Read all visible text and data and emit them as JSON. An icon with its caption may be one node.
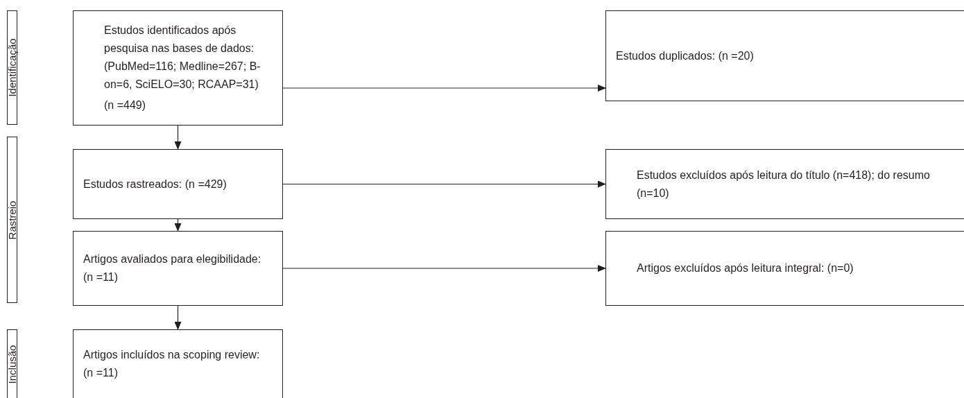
{
  "diagram": {
    "nodes": [
      {
        "text": [
          "Identificação"
        ]
      },
      {
        "text": [
          "Rastreio"
        ]
      },
      {
        "text": [
          "Inclusão"
        ]
      },
      {
        "text": [
          "Estudos identificados após pesquisa nas bases de dados: (PubMed=116; Medline=267; B-on=6, SciELO=30; RCAAP=31)",
          "(n =449)"
        ]
      },
      {
        "text": [
          "Estudos duplicados: (n =20)"
        ]
      },
      {
        "text": [
          "Estudos rastreados: (n =429)"
        ]
      },
      {
        "text": [
          "Estudos excluídos após leitura do título (n=418); do resumo (n=10)"
        ]
      },
      {
        "text": [
          "Artigos avaliados para elegibilidade:  (n =11)"
        ]
      },
      {
        "text": [
          "Artigos excluídos após leitura integral: (n=0)"
        ]
      },
      {
        "text": [
          "Artigos incluídos na scoping review: (n =11)"
        ]
      }
    ],
    "edges": [
      {
        "from": 3,
        "to": 4,
        "arrow": "to"
      },
      {
        "from": 3,
        "to": 5,
        "arrow": "to"
      },
      {
        "from": 5,
        "to": 6,
        "arrow": "to"
      },
      {
        "from": 5,
        "to": 7,
        "arrow": "to"
      },
      {
        "from": 7,
        "to": 8,
        "arrow": "to"
      },
      {
        "from": 7,
        "to": 9,
        "arrow": "to"
      }
    ]
  }
}
